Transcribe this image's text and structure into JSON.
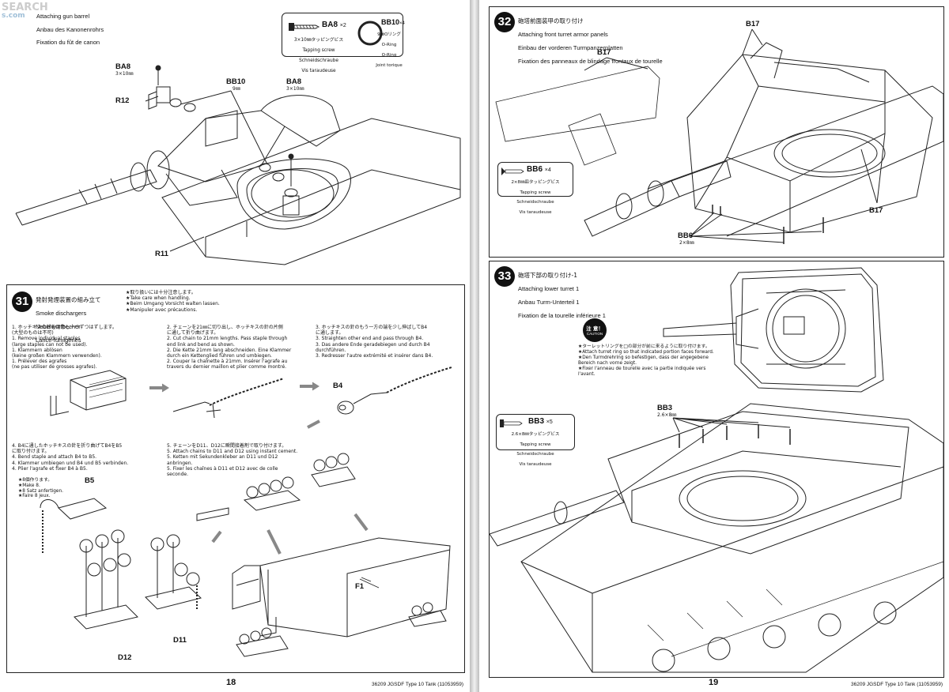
{
  "watermark": {
    "site": "SEARCH",
    "sub": "s.com"
  },
  "left_page": {
    "top_step": {
      "title_en": "Attaching gun barrel",
      "title_de": "Anbau des Kanonenrohrs",
      "title_fr": "Fixation du fût de canon",
      "parts_box": {
        "ba8": {
          "code": "BA8",
          "qty": "×2",
          "jp": "3×10㎜タッピングビス",
          "en": "Tapping screw",
          "de": "Schneidschraube",
          "fr": "Vis taraudeuse"
        },
        "bb10": {
          "code": "BB10",
          "qty": "×4",
          "jp": "9㎜Oリング",
          "en": "O-Ring",
          "de": "O-Ring",
          "fr": "Joint torique"
        }
      },
      "labels": {
        "ba8_left": "BA8",
        "ba8_left_size": "3×10㎜",
        "r12": "R12",
        "bb10": "BB10",
        "bb10_size": "9㎜",
        "ba8_right": "BA8",
        "ba8_right_size": "3×10㎜",
        "r11": "R11"
      }
    },
    "step31": {
      "number": "31",
      "title_jp": "発射発煙装置の組み立て",
      "title_en": "Smoke dischargers",
      "title_de": "Nebelwurfbecher",
      "title_fr": "Lance-fumigènes",
      "caution": "★取り扱いには十分注意します。\n★Take care when handling.\n★Beim Umgang Vorsicht walten lassen.\n★Manipuler avec précautions.",
      "sub1": "1. ホッチキスの針を用意し一つずつはずします。\n(大型のものは不可)\n1. Remove individual staples\n(large staples can not be used).\n1. Klammern ablösen\n(keine großen Klammern verwenden).\n1. Prélever des agrafes\n(ne pas utiliser de grosses agrafes).",
      "sub2": "2. チェーンを21㎜に切り出し、ホッチキスの針の片側\nに通して折り曲げます。\n2. Cut chain to 21mm lengths. Pass staple through\nend link and bend as shown.\n2. Die Kette 21mm lang abschneiden. Eine Klammer\ndurch ein Kettenglied führen und umbiegen.\n2. Couper la chaînette à 21mm. Insérer l'agrafe au\ntravers du dernier maillon et plier comme montré.",
      "sub3": "3. ホッチキスの針のもう一方の端を少し伸ばしてB4\nに通します。\n3. Straighten other end and pass through B4.\n3. Das andere Ende geradebiegen und durch B4\ndurchführen.\n3. Redresser l'autre extrémité et insérer dans B4.",
      "sub4": "4. B4に通したホッチキスの針を折り曲げてB4をB5\nに取り付けます。\n4. Bend staple and attach B4 to B5.\n4. Klammer umbiegen und B4 und B5 verbinden.\n4. Plier l'agrafe et fixer B4 à B5.",
      "sub4_make": "★8個作ります。\n★Make 8.\n★8 Satz anfertigen.\n★Faire 8 jeux.",
      "sub5": "5. チェーンをD11、D12に瞬間接着剤で取り付けます。\n5. Attach chains to D11 and D12 using instant cement.\n5. Ketten mit Sekundenkleber an D11 und D12\nanbringen.\n5. Fixer les chaînes à D11 et D12 avec de colle\nseconde.",
      "labels": {
        "b4": "B4",
        "b5": "B5",
        "d12": "D12",
        "d11": "D11",
        "f1": "F1"
      }
    },
    "page_number": "18"
  },
  "right_page": {
    "step32": {
      "number": "32",
      "title_jp": "砲塔前面装甲の取り付け",
      "title_en": "Attaching front turret armor panels",
      "title_de": "Einbau der vorderen Turmpanzerplatten",
      "title_fr": "Fixation des panneaux de blindage frontaux de tourelle",
      "parts_box": {
        "code": "BB6",
        "qty": "×4",
        "jp": "2×8㎜皿タッピングビス",
        "en": "Tapping screw",
        "de": "Schneidschraube",
        "fr": "Vis taraudeuse"
      },
      "labels": {
        "b17_top": "B17",
        "b17_left": "B17",
        "b17_right": "B17",
        "bb6": "BB6",
        "bb6_size": "2×8㎜"
      }
    },
    "step33": {
      "number": "33",
      "title_jp": "砲塔下部の取り付け-1",
      "title_en": "Attaching lower turret 1",
      "title_de": "Anbau Turm-Unterteil 1",
      "title_fr": "Fixation de la tourelle inférieure 1",
      "caution_badge": {
        "jp": "注 意！",
        "en": "CAUTION"
      },
      "caution_text": "★ターレットリングを□の部分が前に来るように取り付けます。\n★Attach turret ring so that indicated portion faces forward.\n★Den Turmdrehring so befestigen, dass der angegebene\nBereich nach vorne zeigt.\n★Fixer l'anneau de tourelle avec la partie indiquée vers\nl'avant.",
      "parts_box": {
        "code": "BB3",
        "qty": "×5",
        "jp": "2.6×8㎜タッピングビス",
        "en": "Tapping screw",
        "de": "Schneidschraube",
        "fr": "Vis taraudeuse"
      },
      "labels": {
        "bb3": "BB3",
        "bb3_size": "2.6×8㎜"
      }
    },
    "page_number": "19",
    "footer": "36209  JGSDF Type 10 Tank (11053959)"
  },
  "left_footer": "36209  JGSDF Type 10 Tank (11053959)"
}
